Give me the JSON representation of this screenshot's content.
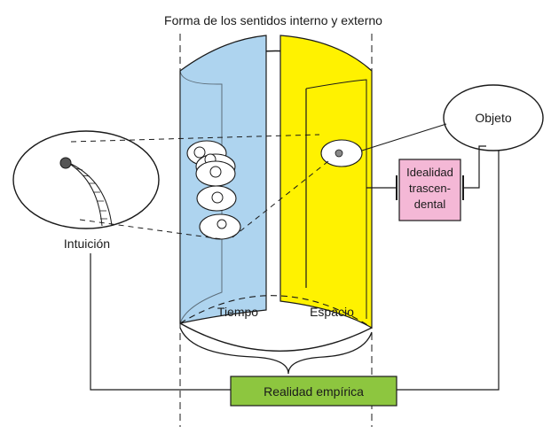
{
  "title": "Forma de los sentidos interno y externo",
  "labels": {
    "objeto": "Objeto",
    "intuicion": "Intuición",
    "tiempo": "Tiempo",
    "espacio": "Espacio",
    "idealidad": [
      "Idealidad",
      "trascen-",
      "dental"
    ],
    "realidad": "Realidad empírica"
  },
  "colors": {
    "tiempo_panel": "#aed4ef",
    "espacio_panel": "#fff200",
    "idealidad_box": "#f4b8d6",
    "realidad_box": "#8dc63f",
    "line": "#1a1a1a"
  }
}
